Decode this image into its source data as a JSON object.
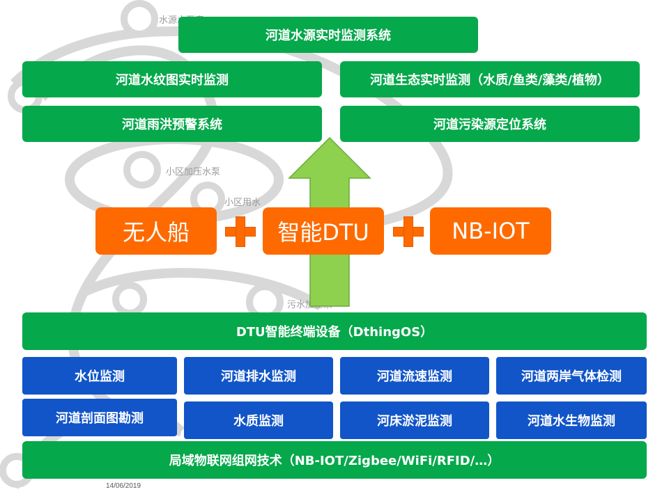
{
  "background_labels": [
    "水源水泵房",
    "小区加压水泵",
    "小区用水",
    "污水加压泵"
  ],
  "top_system": "河道水源实时监测系统",
  "applications": [
    "河道水纹图实时监测",
    "河道生态实时监测（水质/鱼类/藻类/植物）",
    "河道雨洪预警系统",
    "河道污染源定位系统"
  ],
  "components": [
    "无人船",
    "智能DTU",
    "NB-IOT"
  ],
  "device_bar": "DTU智能终端设备（DthingOS）",
  "sensors": [
    "水位监测",
    "河道排水监测",
    "河道流速监测",
    "河道两岸气体检测",
    "河道剖面图勘测",
    "水质监测",
    "河床淤泥监测",
    "河道水生物监测"
  ],
  "network_bar": "局域物联网组网技术（NB-IOT/Zigbee/WiFi/RFID/…）",
  "footer": {
    "date": "14/06/2019"
  },
  "colors": {
    "green": "#05a84b",
    "blue": "#1155c8",
    "orange": "#fe6a00",
    "arrow": "#8ed14e"
  }
}
